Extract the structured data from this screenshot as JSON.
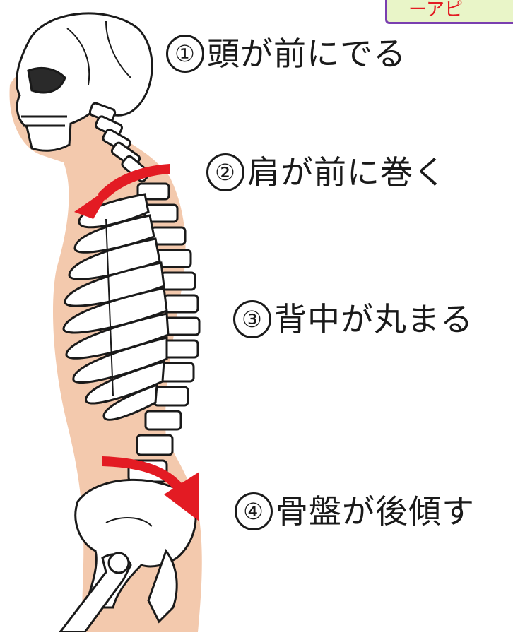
{
  "corner_badge": {
    "text": "ーアピ"
  },
  "labels": [
    {
      "number": "①",
      "text": "頭が前にでる"
    },
    {
      "number": "②",
      "text": "肩が前に巻く"
    },
    {
      "number": "③",
      "text": "背中が丸まる"
    },
    {
      "number": "④",
      "text": "骨盤が後傾す"
    }
  ],
  "colors": {
    "arrow": "#e31b23",
    "body": "#f3c9ad",
    "bone_fill": "#ffffff",
    "bone_stroke": "#1a1a1a"
  }
}
